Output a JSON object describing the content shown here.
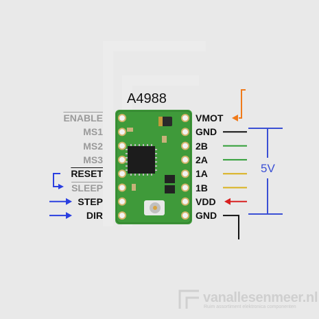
{
  "title": "A4988",
  "left_pins": [
    {
      "label": "ENABLE",
      "style": "grey",
      "overline": true
    },
    {
      "label": "MS1",
      "style": "grey",
      "overline": false
    },
    {
      "label": "MS2",
      "style": "grey",
      "overline": false
    },
    {
      "label": "MS3",
      "style": "grey",
      "overline": false
    },
    {
      "label": "RESET",
      "style": "dark",
      "overline": true
    },
    {
      "label": "SLEEP",
      "style": "grey",
      "overline": true
    },
    {
      "label": "STEP",
      "style": "dark",
      "overline": false
    },
    {
      "label": "DIR",
      "style": "dark",
      "overline": false
    }
  ],
  "right_pins": [
    {
      "label": "VMOT",
      "wire_color": "#f07a1a"
    },
    {
      "label": "GND",
      "wire_color": "#111111"
    },
    {
      "label": "2B",
      "wire_color": "#2f9e35"
    },
    {
      "label": "2A",
      "wire_color": "#2f9e35"
    },
    {
      "label": "1A",
      "wire_color": "#d9b11c"
    },
    {
      "label": "1B",
      "wire_color": "#d9b11c"
    },
    {
      "label": "VDD",
      "wire_color": "#d82020"
    },
    {
      "label": "GND",
      "wire_color": "#111111"
    }
  ],
  "supply_label": "5V",
  "colors": {
    "board": "#3f9a3a",
    "signal_arrow": "#2a3fe0",
    "supply_bracket": "#3a4fd4",
    "background": "#e9e9e9"
  },
  "watermark": {
    "brand": "vanallesenmeer.nl",
    "tagline": "Ruim assortiment elektronica componenten"
  }
}
